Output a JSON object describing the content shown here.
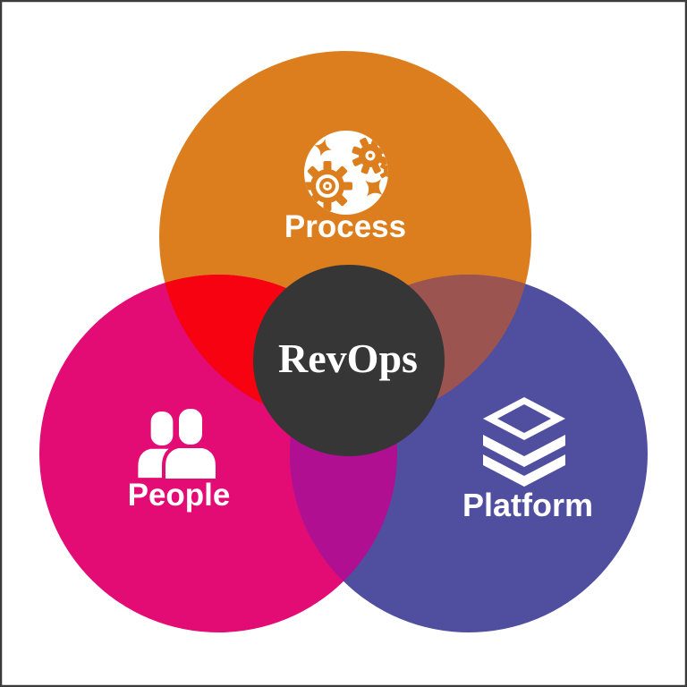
{
  "frame": {
    "background": "#ffffff",
    "border_color": "#3b3b3b"
  },
  "diagram": {
    "type": "venn-3",
    "icon_color": "#ffffff",
    "label_color": "#ffffff",
    "center": {
      "label": "RevOps",
      "fill": "#363636",
      "text_color": "#ffffff"
    },
    "sets": [
      {
        "id": "process",
        "label": "Process",
        "color": "#dc7e1d",
        "icon": "gears-icon"
      },
      {
        "id": "people",
        "label": "People",
        "color": "#e30b74",
        "icon": "people-icon"
      },
      {
        "id": "platform",
        "label": "Platform",
        "color": "#4f4e9f",
        "icon": "layers-icon"
      }
    ],
    "overlaps": [
      {
        "id": "process-people",
        "color": "#f60211"
      },
      {
        "id": "process-platform",
        "color": "#9b5450"
      },
      {
        "id": "people-platform",
        "color": "#b10f92"
      }
    ]
  }
}
